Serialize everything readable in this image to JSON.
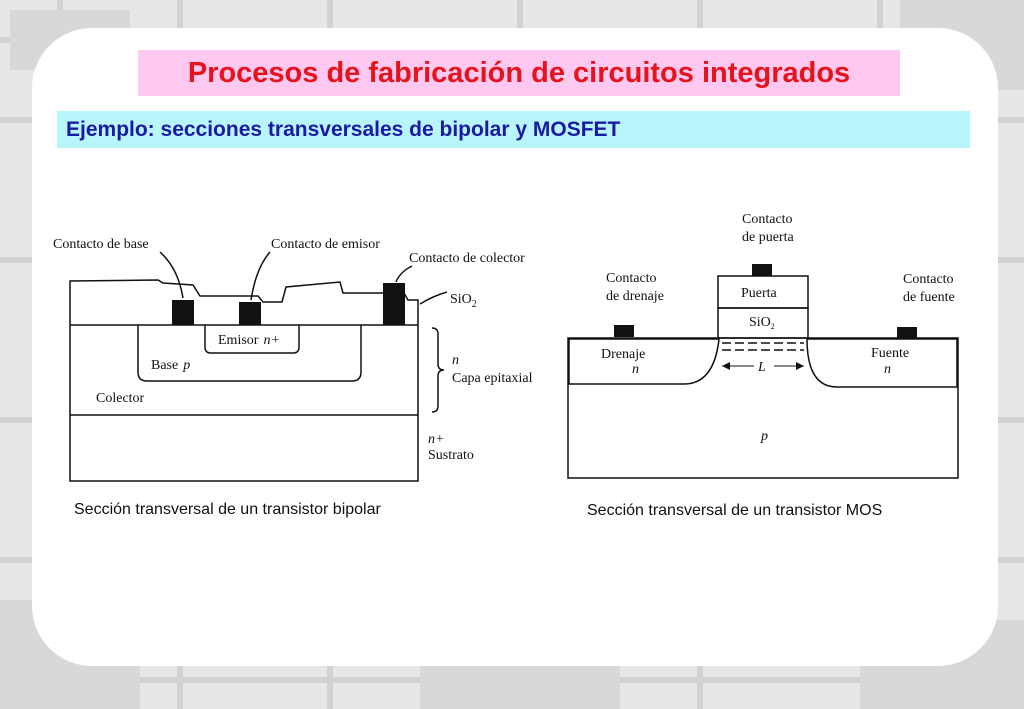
{
  "header": {
    "title": "Procesos de fabricación de circuitos integrados",
    "subtitle": "Ejemplo: secciones transversales de bipolar y MOSFET"
  },
  "bipolar": {
    "labels": {
      "base_contact": "Contacto de base",
      "emitter_contact": "Contacto de emisor",
      "collector_contact": "Contacto de colector",
      "sio2": "SiO",
      "sio2_sub": "2",
      "emitter": "Emisor",
      "emitter_type": "n+",
      "base": "Base",
      "base_type": "p",
      "collector": "Colector",
      "epi_type": "n",
      "epi_layer": "Capa epitaxial",
      "substrate_type": "n+",
      "substrate": "Sustrato"
    },
    "caption": "Sección transversal de un transistor bipolar"
  },
  "mos": {
    "labels": {
      "gate_contact_1": "Contacto",
      "gate_contact_2": "de puerta",
      "drain_contact_1": "Contacto",
      "drain_contact_2": "de drenaje",
      "source_contact_1": "Contacto",
      "source_contact_2": "de fuente",
      "gate": "Puerta",
      "sio2": "SiO",
      "sio2_sub": "2",
      "drain": "Drenaje",
      "drain_type": "n",
      "source": "Fuente",
      "source_type": "n",
      "length": "L",
      "substrate_type": "p"
    },
    "caption": "Sección transversal de un transistor MOS"
  },
  "colors": {
    "title_text": "#e8121c",
    "title_bg": "#ffc8f0",
    "subtitle_text": "#1a1aa3",
    "subtitle_bg": "#b9f6fb"
  }
}
